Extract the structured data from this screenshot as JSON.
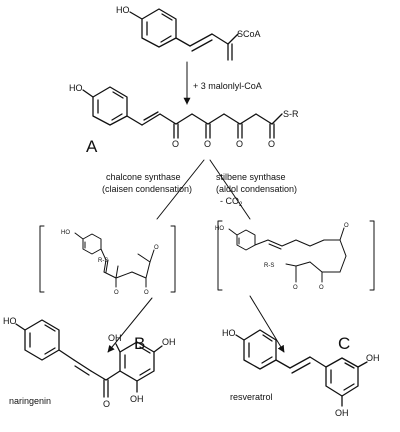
{
  "start": {
    "ho": "HO",
    "scoa": "SCoA"
  },
  "step1": {
    "reagent": "+ 3 malonlyl-CoA"
  },
  "intermediate": {
    "ho": "HO",
    "letter": "A",
    "sr": "S-R",
    "o1": "O",
    "o2": "O",
    "o3": "O",
    "o4": "O"
  },
  "left_branch": {
    "line1": "chalcone synthase",
    "line2": "(claisen condensation)"
  },
  "right_branch": {
    "line1": "stilbene synthase",
    "line2": "(aldol condensation)",
    "line3": "- CO",
    "co2_sub": "2"
  },
  "bracket_left": {
    "ho": "HO",
    "rs": "R-S",
    "o_top": "O",
    "o_a": "O",
    "o_b": "O"
  },
  "bracket_right": {
    "ho": "HO",
    "rs": "R-S",
    "o_top": "O",
    "o_a": "O",
    "o_b": "O"
  },
  "product_B": {
    "letter": "B",
    "ho": "HO",
    "oh1": "OH",
    "oh2": "OH",
    "oh3": "OH",
    "o": "O",
    "name": "naringenin"
  },
  "product_C": {
    "letter": "C",
    "ho": "HO",
    "oh1": "OH",
    "oh2": "OH",
    "name": "resveratrol"
  },
  "colors": {
    "ink": "#111111",
    "background": "#ffffff"
  }
}
